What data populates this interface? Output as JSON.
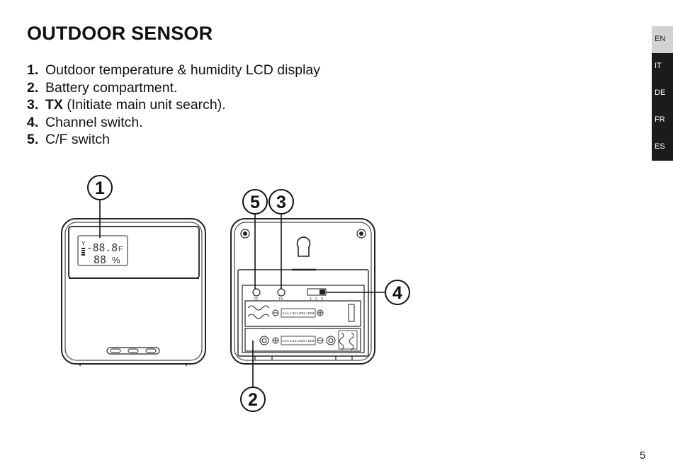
{
  "page": {
    "title": "OUTDOOR SENSOR",
    "items": [
      {
        "num": "1.",
        "bold": "",
        "text": "Outdoor temperature & humidity LCD display"
      },
      {
        "num": "2.",
        "bold": "",
        "text": "Battery compartment."
      },
      {
        "num": "3.",
        "bold": "TX",
        "text": " (Initiate main unit search)."
      },
      {
        "num": "4.",
        "bold": "",
        "text": "Channel switch."
      },
      {
        "num": "5.",
        "bold": "",
        "text": "C/F switch"
      }
    ],
    "page_number": "5"
  },
  "languages": [
    {
      "code": "EN",
      "active": true
    },
    {
      "code": "IT",
      "active": false
    },
    {
      "code": "DE",
      "active": false
    },
    {
      "code": "FR",
      "active": false
    },
    {
      "code": "ES",
      "active": false
    }
  ],
  "diagram": {
    "callouts": [
      "1",
      "2",
      "3",
      "4",
      "5"
    ],
    "lcd_temp": "-88.8",
    "lcd_temp_unit": "F",
    "lcd_humidity": "88",
    "lcd_humidity_unit": "%",
    "switch_cf_label": "CF",
    "switch_tx_label": "TX",
    "channel_labels": [
      "1",
      "2",
      "3"
    ],
    "battery_label": "AAA 1.5V LR03 / R03"
  }
}
